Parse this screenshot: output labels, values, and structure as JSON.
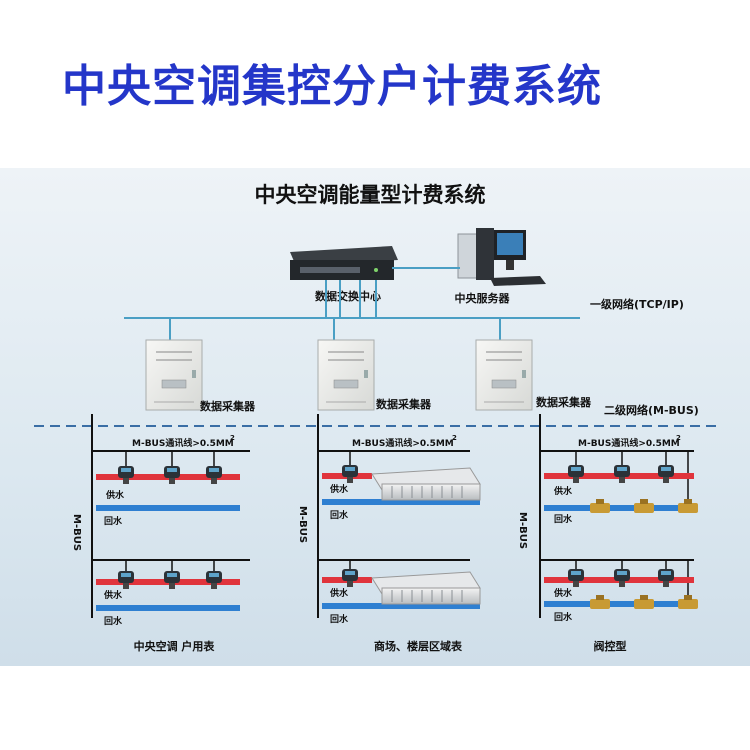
{
  "headline": "中央空调集控分户计费系统",
  "diagram": {
    "title": "中央空调能量型计费系统",
    "switch_label": "数据交换中心",
    "server_label": "中央服务器",
    "level1_label": "一级网络(TCP/IP)",
    "level2_label": "二级网络(M-BUS)",
    "collector_label": "数据采集器",
    "bus_wire_label": "M-BUS通讯线>0.5MM",
    "bus_wire_sup": "2",
    "mbus_vertical": "M-BUS",
    "supply_label": "供水",
    "return_label": "回水",
    "sections": [
      "中央空调 户用表",
      "商场、楼层区域表",
      "阀控型"
    ]
  },
  "colors": {
    "headline": "#2436c9",
    "network_line": "#4a9fc4",
    "supply_pipe": "#e0343c",
    "return_pipe": "#2e7fd1",
    "bus_line": "#111111"
  }
}
